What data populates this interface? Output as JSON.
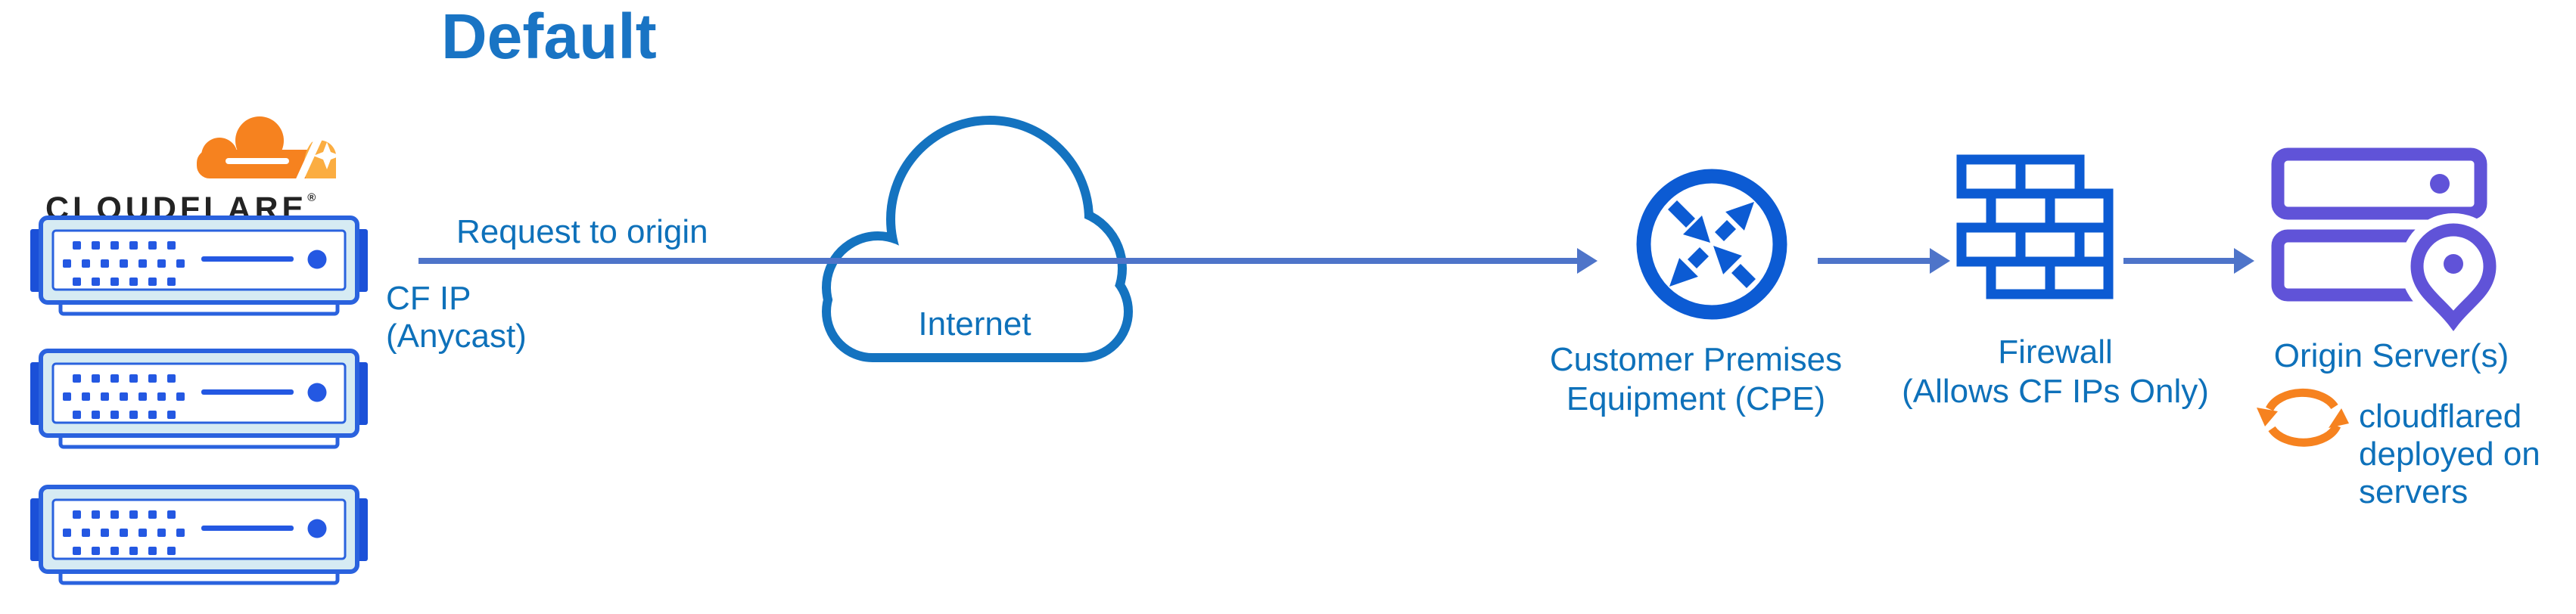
{
  "title": "Default",
  "cloudflare_node": {
    "wordmark": "CLOUDFLARE",
    "reg_mark": "®",
    "logo_icon": "cloudflare-logo-cloud",
    "servers_icon": "edge-server-stack",
    "server_count": 3
  },
  "request_flow": {
    "arrow_label": "Request to origin",
    "source_label_line1": "CF IP",
    "source_label_line2": "(Anycast)"
  },
  "internet": {
    "label": "Internet",
    "icon": "internet-cloud"
  },
  "cpe": {
    "label_line1": "Customer Premises",
    "label_line2": "Equipment (CPE)",
    "icon": "router-crossing-arrows"
  },
  "firewall": {
    "label_line1": "Firewall",
    "label_line2": "(Allows CF IPs Only)",
    "icon": "brick-wall"
  },
  "origin": {
    "label": "Origin Server(s)",
    "icon": "server-stack-location-pin",
    "note_icon": "sync-arrows",
    "note_line1": "cloudflared",
    "note_line2": "deployed on",
    "note_line3": "servers"
  },
  "colors": {
    "title_blue": "#1974C4",
    "label_blue": "#0E71BA",
    "arrow_blue": "#4E74C9",
    "icon_blue": "#0C5BD3",
    "cloud_stroke_blue": "#1473C0",
    "origin_purple": "#6053D8",
    "brand_orange": "#F6821F",
    "brand_orange_light": "#FBAD41",
    "wordmark_black": "#232323",
    "server_tab_blue": "#1B50D8",
    "server_border_blue": "#2A62DE",
    "server_detail_blue": "#2458E2",
    "server_fill": "#D6EBF3"
  }
}
